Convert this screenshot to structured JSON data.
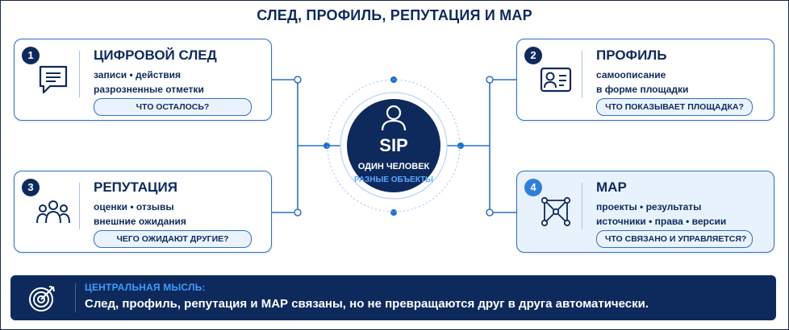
{
  "title": "СЛЕД, ПРОФИЛЬ, РЕПУТАЦИЯ И МАР",
  "center": {
    "label": "SIP",
    "line1": "ОДИН ЧЕЛОВЕК",
    "line2": "РАЗНЫЕ ОБЪЕКТЫ"
  },
  "cards": [
    {
      "number": "1",
      "title": "ЦИФРОВОЙ СЛЕД",
      "line1": "записи • действия",
      "line2": "разрозненные отметки",
      "question": "ЧТО ОСТАЛОСЬ?",
      "icon": "chat-icon"
    },
    {
      "number": "2",
      "title": "ПРОФИЛЬ",
      "line1": "самоописание",
      "line2": "в форме площадки",
      "question": "ЧТО ПОКАЗЫВАЕТ ПЛОЩАДКА?",
      "icon": "id-card-icon"
    },
    {
      "number": "3",
      "title": "РЕПУТАЦИЯ",
      "line1": "оценки • отзывы",
      "line2": "внешние ожидания",
      "question": "ЧЕГО ОЖИДАЮТ ДРУГИЕ?",
      "icon": "group-icon"
    },
    {
      "number": "4",
      "title": "МАР",
      "line1": "проекты • результаты",
      "line2": "источники • права • версии",
      "question": "ЧТО СВЯЗАНО И УПРАВЛЯЕТСЯ?",
      "icon": "network-icon"
    }
  ],
  "footer": {
    "label": "ЦЕНТРАЛЬНАЯ МЫСЛЬ:",
    "text": "След, профиль, репутация и МАР связаны, но не превращаются друг в друга автоматически.",
    "icon": "target-icon"
  },
  "colors": {
    "navy": "#0e2a5c",
    "accent": "#2f7fd8",
    "card_border": "#2f6fc6",
    "light_fill": "#e8f2fc"
  }
}
